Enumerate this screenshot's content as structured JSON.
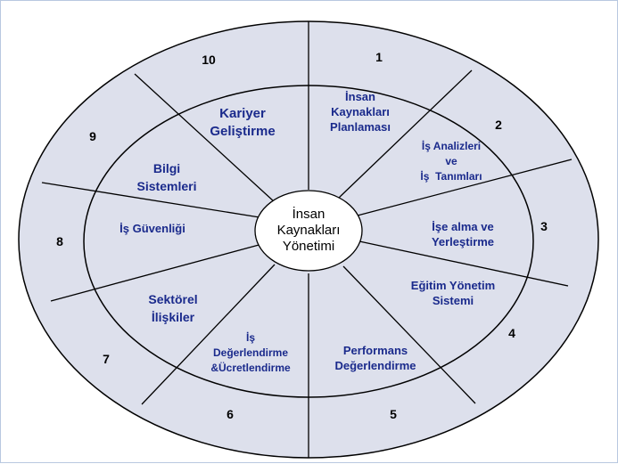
{
  "center": {
    "lines": [
      "İnsan",
      "Kaynakları",
      "Yönetimi"
    ]
  },
  "numbers": [
    "1",
    "2",
    "3",
    "4",
    "5",
    "6",
    "7",
    "8",
    "9",
    "10"
  ],
  "segments": [
    {
      "lines": [
        "İnsan",
        "Kaynakları",
        "Planlaması"
      ]
    },
    {
      "lines": [
        "İş Analizleri",
        "ve",
        "İş  Tanımları"
      ]
    },
    {
      "lines": [
        "İşe alma ve",
        "Yerleştirme"
      ]
    },
    {
      "lines": [
        "Eğitim Yönetim",
        "Sistemi"
      ]
    },
    {
      "lines": [
        "Performans",
        "Değerlendirme"
      ]
    },
    {
      "lines": [
        "İş",
        "Değerlendirme",
        "&Ücretlendirme"
      ]
    },
    {
      "lines": [
        "Sektörel",
        "İlişkiler"
      ]
    },
    {
      "lines": [
        "İş Güvenliği"
      ]
    },
    {
      "lines": [
        "Bilgi",
        "Sistemleri"
      ]
    },
    {
      "lines": [
        "Kariyer",
        "Geliştirme"
      ]
    }
  ],
  "colors": {
    "fill": "#dde0ec",
    "stroke": "#000000",
    "text": "#1a2a8c"
  }
}
